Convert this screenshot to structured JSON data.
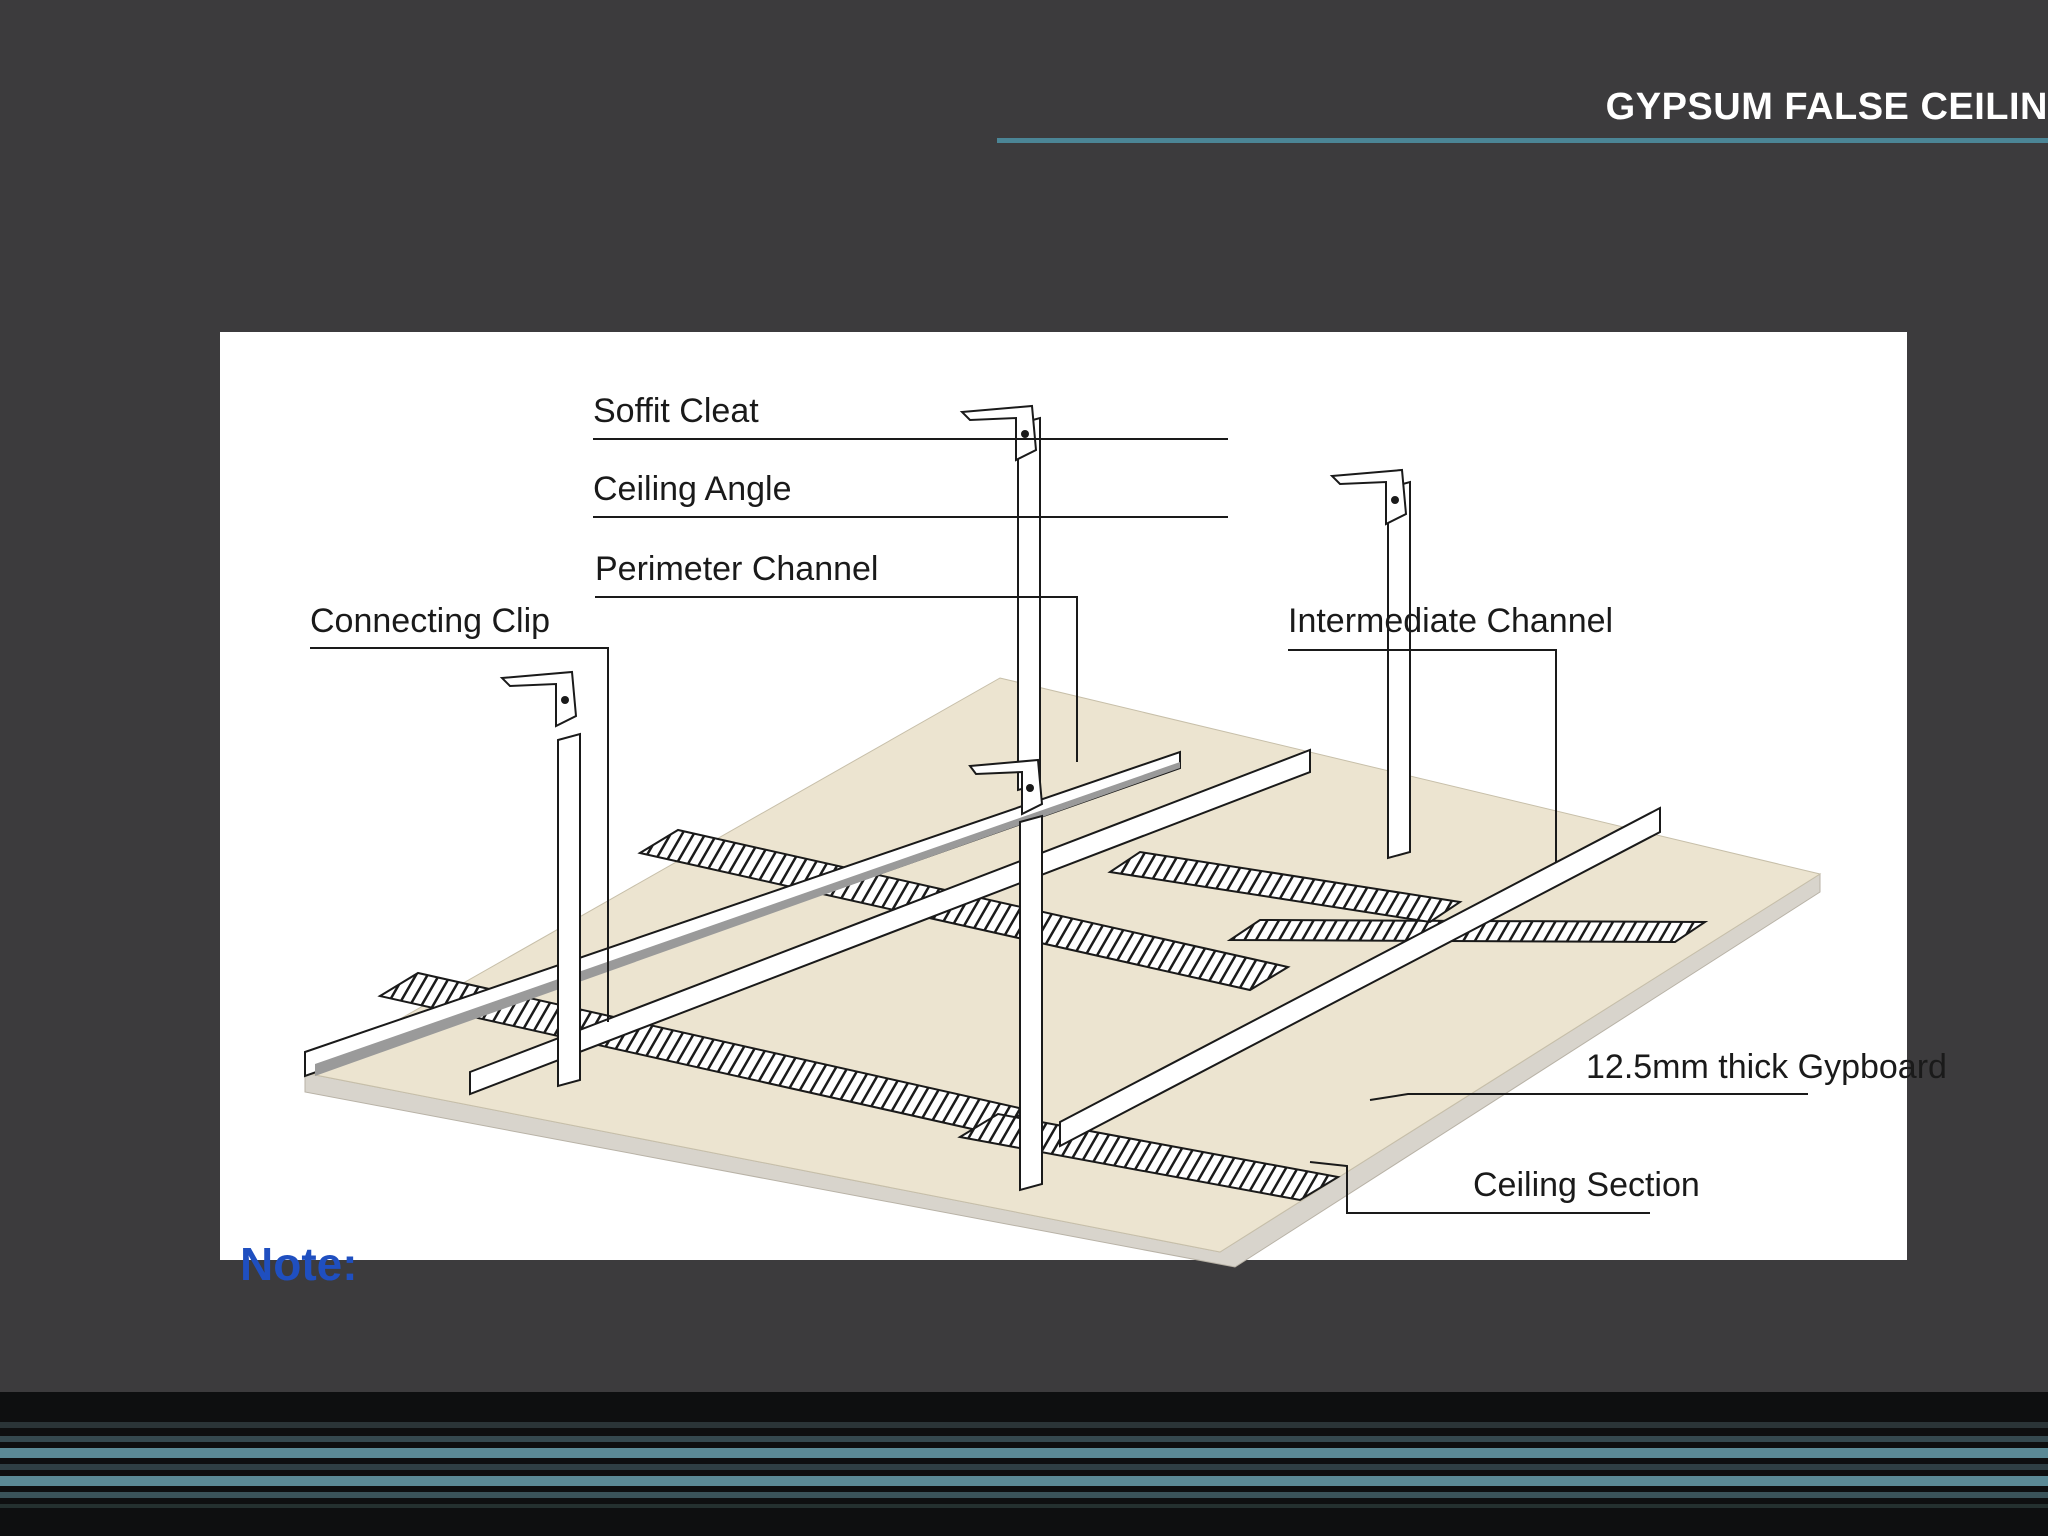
{
  "slide": {
    "title": "GYPSUM FALSE CEILIN",
    "colors": {
      "background": "#3c3b3d",
      "title": "#ffffff",
      "accent_rule": "#4b8596",
      "board_face": "#ece4d0",
      "board_edge": "#d8d4cc",
      "frame_line": "#1a1a1a",
      "footer_dark": "#0e0f10",
      "footer_teal": "#5b8a96"
    }
  },
  "diagram": {
    "labels": {
      "soffit_cleat": "Soffit Cleat",
      "ceiling_angle": "Ceiling Angle",
      "perimeter_channel": "Perimeter Channel",
      "connecting_clip": "Connecting Clip",
      "intermediate_channel": "Intermediate Channel",
      "gypboard": "12.5mm thick Gypboard",
      "ceiling_section": "Ceiling Section"
    },
    "cut_off_text": "Note:"
  }
}
